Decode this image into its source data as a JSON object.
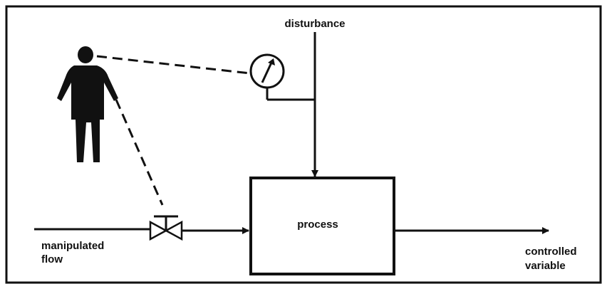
{
  "diagram": {
    "labels": {
      "disturbance": "disturbance",
      "process": "process",
      "manipulated_line1": "manipulated",
      "manipulated_line2": "flow",
      "controlled_line1": "controlled",
      "controlled_line2": "variable"
    },
    "colors": {
      "ink": "#111111",
      "background": "#ffffff"
    },
    "icons": [
      "operator-figure-icon",
      "pressure-gauge-icon",
      "control-valve-icon"
    ]
  }
}
